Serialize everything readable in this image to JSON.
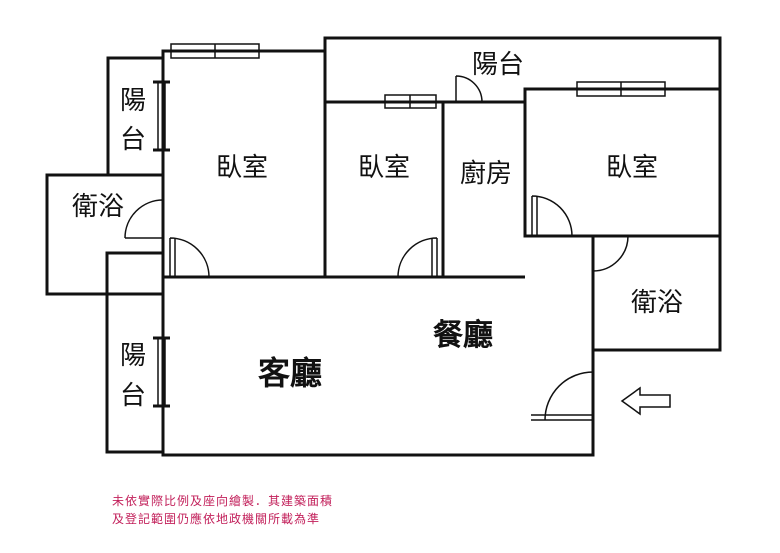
{
  "rooms": {
    "bedroom_left": "臥室",
    "bedroom_middle": "臥室",
    "kitchen": "廚房",
    "bedroom_right": "臥室",
    "balcony_top": "陽台",
    "balcony_left_upper_1": "陽",
    "balcony_left_upper_2": "台",
    "balcony_left_lower_1": "陽",
    "balcony_left_lower_2": "台",
    "bathroom_left": "衛浴",
    "bathroom_right": "衛浴",
    "dining": "餐廳",
    "living": "客廳"
  },
  "notes": {
    "line1": "未依實際比例及座向繪製．其建築面積",
    "line2": "及登記範圍仍應依地政機關所載為準"
  },
  "icons": {
    "entrance": "arrow-left-outline-icon"
  }
}
